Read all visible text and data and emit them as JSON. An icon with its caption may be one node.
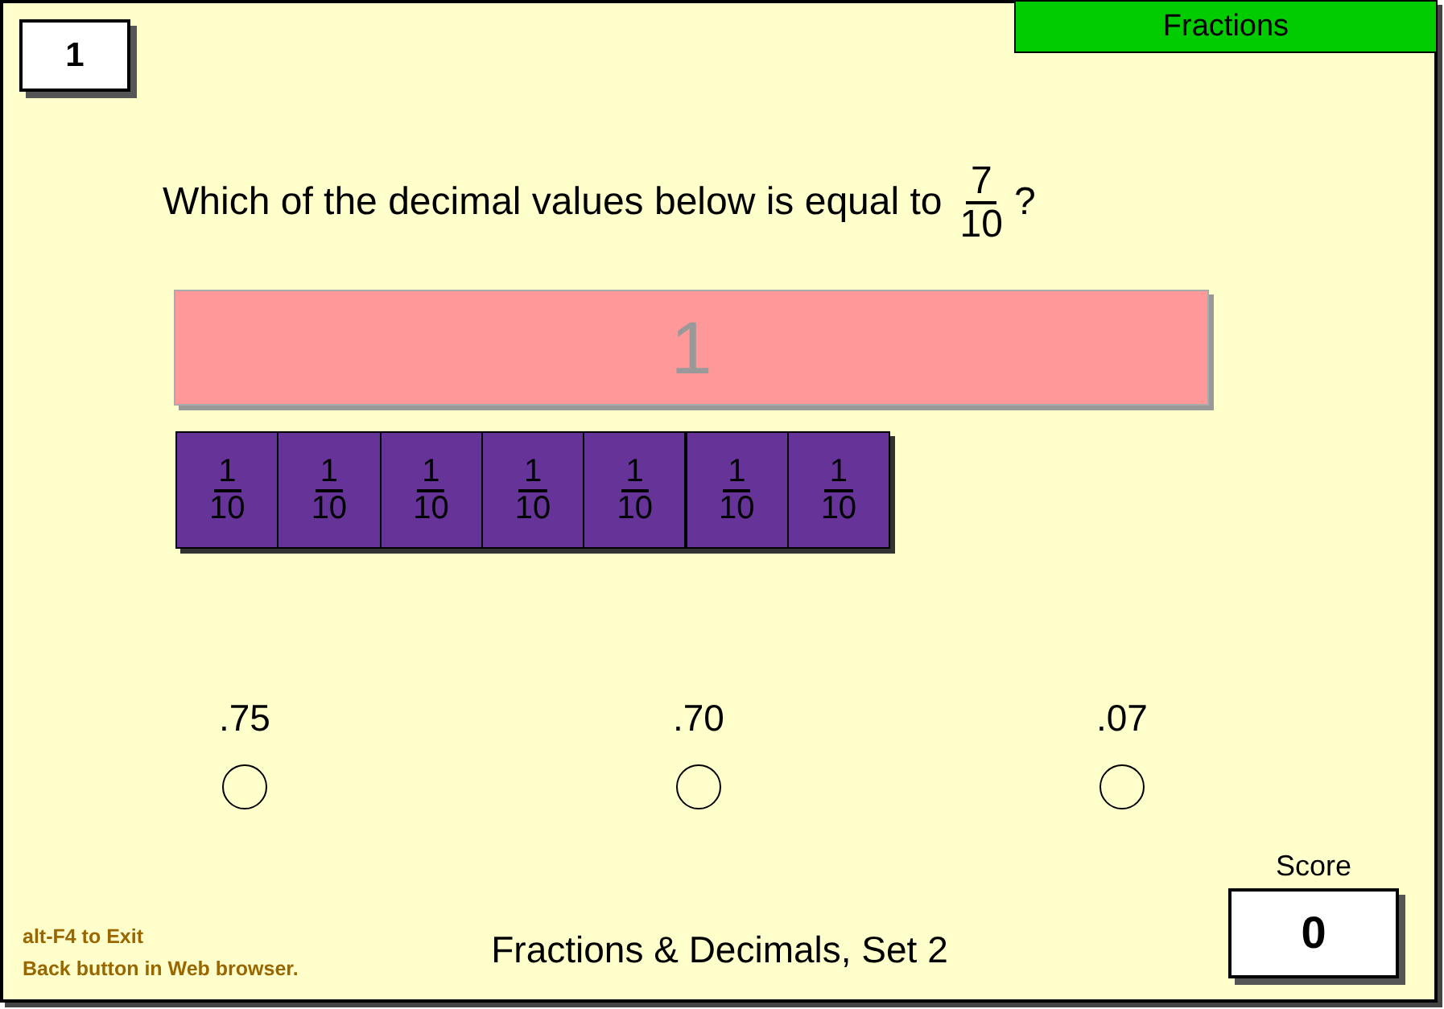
{
  "diagram": {
    "caption": "Fractions & Decimals, Set 2",
    "nodes": [
      {
        "text": [
          "1"
        ]
      },
      {
        "text": [
          "Fractions"
        ]
      },
      {
        "text": [
          "1"
        ]
      },
      {
        "text": [
          "1",
          "10"
        ]
      },
      {
        "text": [
          "1",
          "10"
        ]
      },
      {
        "text": [
          "1",
          "10"
        ]
      },
      {
        "text": [
          "1",
          "10"
        ]
      },
      {
        "text": [
          "1",
          "10"
        ]
      },
      {
        "text": [
          "1",
          "10"
        ]
      },
      {
        "text": [
          "1",
          "10"
        ]
      },
      {
        "text": [],
        "shape": "circle",
        "beside": [
          ".75"
        ]
      },
      {
        "text": [],
        "shape": "circle",
        "beside": [
          ".70"
        ]
      },
      {
        "text": [],
        "shape": "circle",
        "beside": [
          ".07"
        ]
      },
      {
        "text": [
          "Score",
          "0"
        ]
      }
    ],
    "labels": [
      "Which of the decimal values below is equal to",
      "7",
      "10",
      "?",
      "alt-F4 to Exit",
      "Back button in Web browser."
    ]
  }
}
